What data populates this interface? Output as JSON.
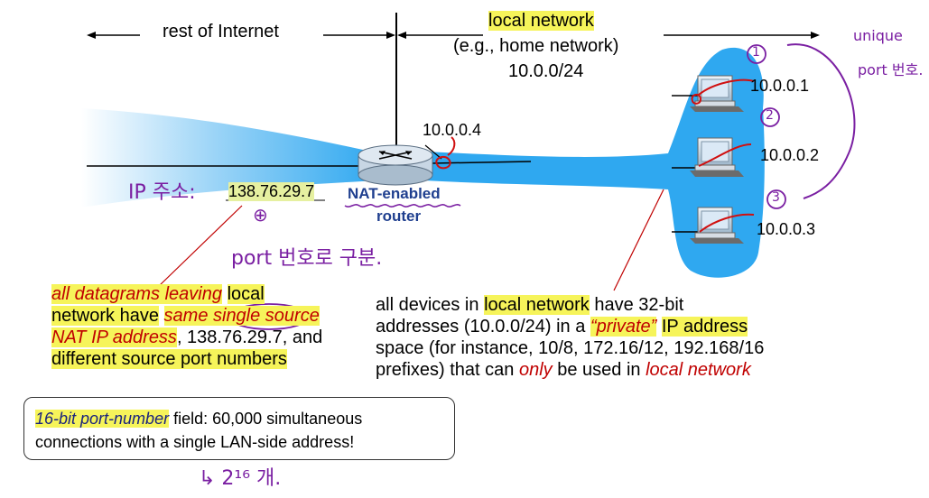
{
  "header": {
    "rest_label": "rest of Internet",
    "local_label": "local network",
    "local_sub1": "(e.g., home network)",
    "local_sub2": "10.0.0/24"
  },
  "router": {
    "ip": "10.0.0.4",
    "name1": "NAT-enabled",
    "name2": "router",
    "public_ip": "138.76.29.7"
  },
  "hosts": [
    {
      "ip": "10.0.0.1"
    },
    {
      "ip": "10.0.0.2"
    },
    {
      "ip": "10.0.0.3"
    }
  ],
  "left_text": {
    "p1": "all datagrams leaving",
    "p2": "local",
    "p3": "network have",
    "p4": "same single source",
    "p5": "NAT IP address",
    "p6": ", 138.76.29.7, and",
    "p7": "different source port numbers"
  },
  "right_text": {
    "r1": "all devices in",
    "r2": "local network",
    "r3": "have 32-bit",
    "r4": "addresses (10.0.0/24) in a",
    "r5": "“private”",
    "r6": "IP address",
    "r7": "space (for instance, 10/8, 172.16/12, 192.168/16",
    "r8": "prefixes) that can",
    "r9": "only",
    "r10": "be used in",
    "r11": "local network"
  },
  "box": {
    "b1": "16-bit port-number",
    "b2": "field: 60,000 simultaneous",
    "b3": "connections with a single LAN-side address!"
  },
  "notes": {
    "ip_note": "IP 주소:",
    "port_note": "port 번호로 구분.",
    "unique_note1": "unique",
    "unique_note2": "port 번호.",
    "circle1": "1",
    "circle2": "2",
    "circle3": "3",
    "plus": "⊕",
    "pow_note": "↳ 2¹⁶ 개."
  },
  "colors": {
    "cloud": "#2fa8f0",
    "highlight": "#f6f45a",
    "pen_red": "#d01010",
    "pen_purple": "#7a1fa2",
    "router_fill": "#c8d6e4"
  }
}
